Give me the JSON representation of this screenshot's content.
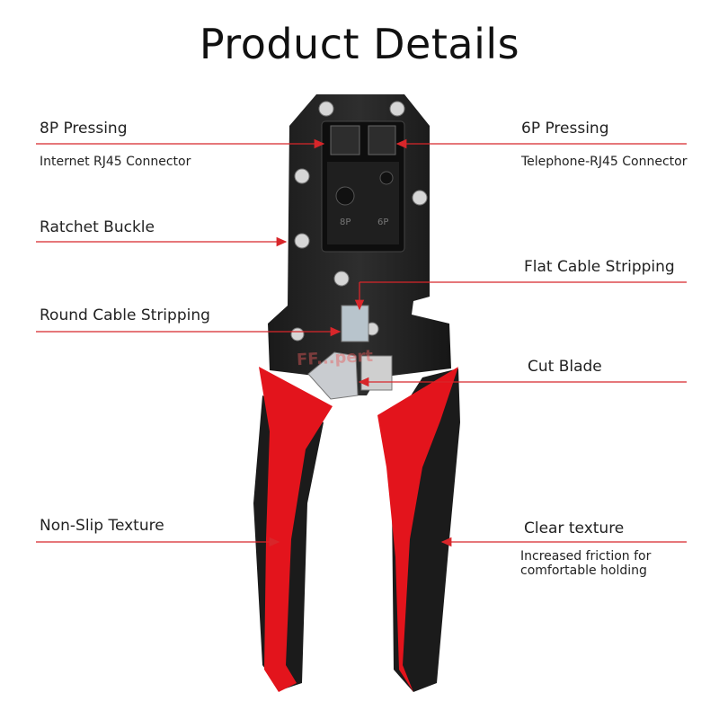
{
  "header": {
    "title": "Product Details"
  },
  "callouts": {
    "p8_pressing": "8P Pressing",
    "p8_sub": "Internet RJ45 Connector",
    "p6_pressing": "6P Pressing",
    "p6_sub": "Telephone-RJ45 Connector",
    "ratchet": "Ratchet Buckle",
    "flat_strip": "Flat Cable Stripping",
    "round_strip": "Round Cable Stripping",
    "cut_blade": "Cut Blade",
    "non_slip": "Non-Slip Texture",
    "clear_texture": "Clear texture",
    "clear_sub": "Increased friction for comfortable holding"
  },
  "die_labels": {
    "left": "8P",
    "right": "6P"
  },
  "watermark": "FF...pert",
  "colors": {
    "handle_red": "#e3141c",
    "handle_black": "#1b1b1b",
    "arrow": "#d8262a",
    "metal": "#2a2a2a"
  }
}
